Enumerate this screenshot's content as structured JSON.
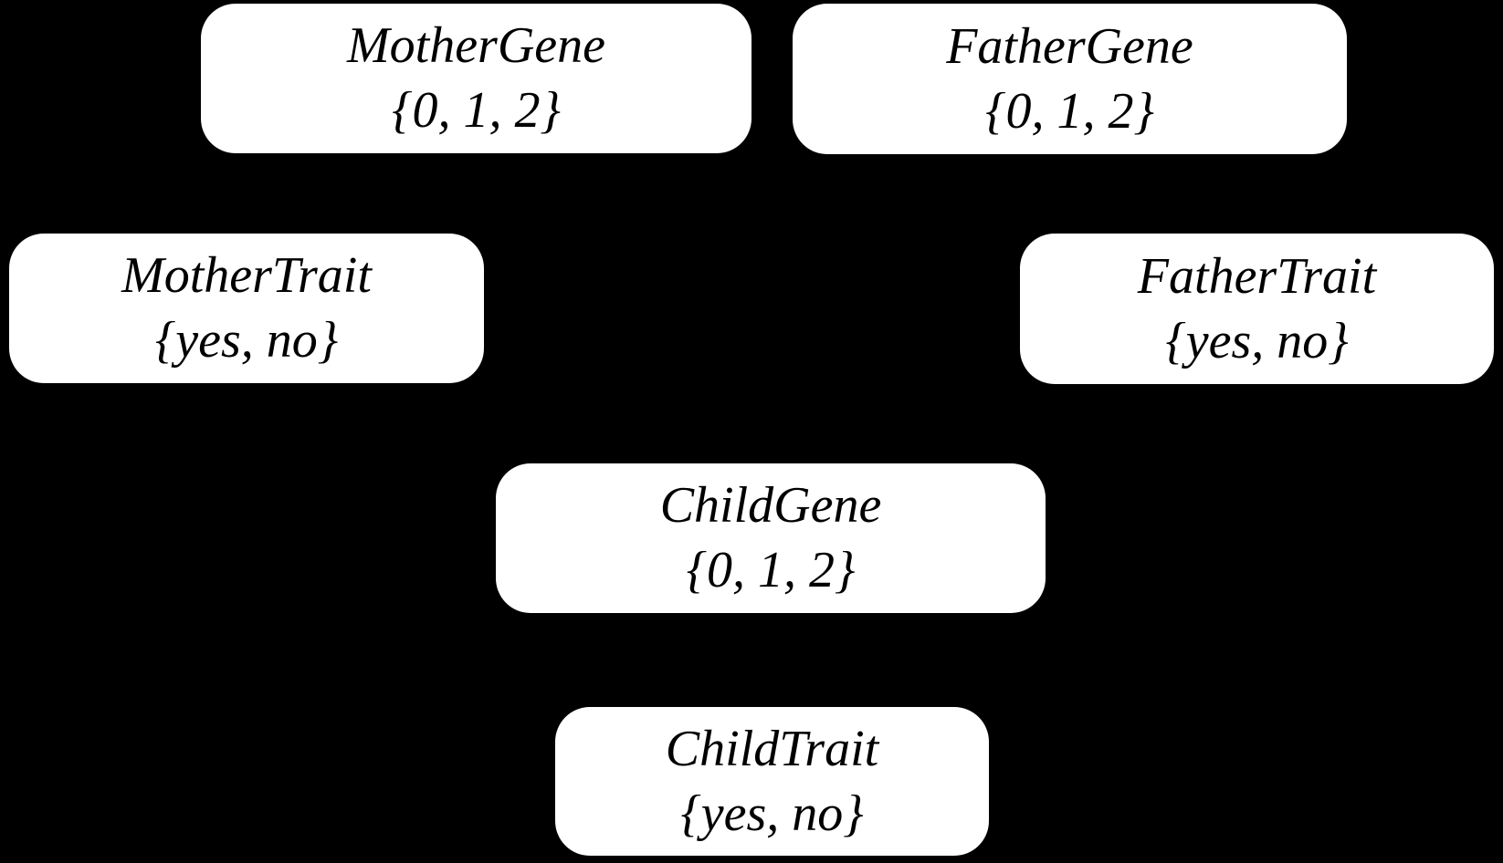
{
  "diagram": {
    "kind": "bayesian-network",
    "background_color": "#000000",
    "node_fill_color": "#ffffff",
    "node_text_color": "#000000",
    "edges_visible": false
  },
  "nodes": [
    {
      "id": "mother-gene",
      "name": "MotherGene",
      "domain": "{0, 1, 2}"
    },
    {
      "id": "father-gene",
      "name": "FatherGene",
      "domain": "{0, 1, 2}"
    },
    {
      "id": "mother-trait",
      "name": "MotherTrait",
      "domain": "{yes, no}"
    },
    {
      "id": "father-trait",
      "name": "FatherTrait",
      "domain": "{yes, no}"
    },
    {
      "id": "child-gene",
      "name": "ChildGene",
      "domain": "{0, 1, 2}"
    },
    {
      "id": "child-trait",
      "name": "ChildTrait",
      "domain": "{yes, no}"
    }
  ]
}
